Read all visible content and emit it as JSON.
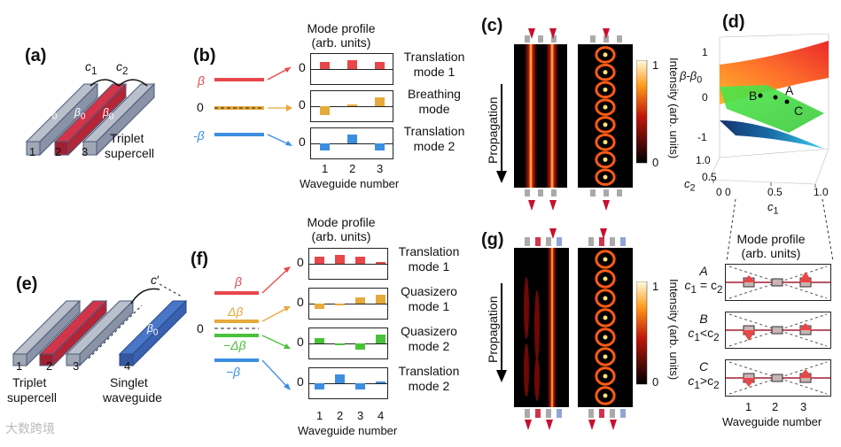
{
  "panels": {
    "a": {
      "label": "(a)",
      "c1": "c",
      "c1_sub": "1",
      "c2": "c",
      "c2_sub": "2",
      "beta0": "β",
      "beta0_sub": "0",
      "n1": "1",
      "n2": "2",
      "n3": "3",
      "caption1": "Triplet",
      "caption2": "supercell"
    },
    "b": {
      "label": "(b)",
      "title1": "Mode profile",
      "title2": "(arb. units)",
      "beta": "β",
      "zero": "0",
      "minus_beta": "-β",
      "modes": [
        {
          "name1": "Translation",
          "name2": "mode 1",
          "color": "#e8474a",
          "values": [
            0.55,
            0.7,
            0.55
          ]
        },
        {
          "name1": "Breathing",
          "name2": "mode",
          "color": "#e6aa3c",
          "values": [
            -0.7,
            0,
            0.7
          ]
        },
        {
          "name1": "Translation",
          "name2": "mode 2",
          "color": "#3c8fe0",
          "values": [
            -0.55,
            0.7,
            -0.55
          ]
        }
      ],
      "axis_zero": "0",
      "ticks": [
        "1",
        "2",
        "3"
      ],
      "xlabel": "Waveguide number"
    },
    "c": {
      "label": "(c)",
      "propagation": "Propagation",
      "cbar_label": "Intensity (arb. units)",
      "cbar_max": "1",
      "cbar_min": "0"
    },
    "d": {
      "label": "(d)",
      "zlabel": "β-β",
      "zlabel_sub": "0",
      "zticks": [
        "1",
        "0",
        "-1"
      ],
      "ylabel": "c",
      "ylabel_sub": "2",
      "yticks": [
        "1.0",
        "0.5",
        "0"
      ],
      "xlabel": "c",
      "xlabel_sub": "1",
      "xticks": [
        "0",
        "0.5",
        "1.0"
      ],
      "pA": "A",
      "pB": "B",
      "pC": "C"
    },
    "e": {
      "label": "(e)",
      "c": "c",
      "beta0": "β",
      "beta0_sub": "0",
      "n1": "1",
      "n2": "2",
      "n3": "3",
      "n4": "4",
      "cap1a": "Triplet",
      "cap1b": "supercell",
      "cap2a": "Singlet",
      "cap2b": "waveguide"
    },
    "f": {
      "label": "(f)",
      "title1": "Mode profile",
      "title2": "(arb. units)",
      "beta": "β",
      "dbeta": "Δβ",
      "zero": "0",
      "mdbeta": "−Δβ",
      "mbeta": "−β",
      "modes": [
        {
          "name1": "Translation",
          "name2": "mode 1",
          "color": "#e8474a",
          "values": [
            0.6,
            0.75,
            0.55,
            0.1
          ]
        },
        {
          "name1": "Quasizero",
          "name2": "mode 1",
          "color": "#e6aa3c",
          "values": [
            -0.45,
            -0.08,
            0.5,
            0.7
          ]
        },
        {
          "name1": "Quasizero",
          "name2": "mode 2",
          "color": "#49c23a",
          "values": [
            0.45,
            -0.08,
            -0.5,
            0.7
          ]
        },
        {
          "name1": "Translation",
          "name2": "mode 2",
          "color": "#3c8fe0",
          "values": [
            -0.5,
            0.75,
            -0.5,
            0.08
          ]
        }
      ],
      "axis_zero": "0",
      "ticks": [
        "1",
        "2",
        "3",
        "4"
      ],
      "xlabel": "Waveguide number"
    },
    "g": {
      "label": "(g)",
      "propagation": "Propagation",
      "cbar_label": "Intensity (arb. units)",
      "cbar_max": "1",
      "cbar_min": "0"
    },
    "h": {
      "title1": "Mode profile",
      "title2": "(arb. units)",
      "rows": [
        {
          "p": "A",
          "cond": "c",
          "cond_a": "1",
          "cond_op": " = c",
          "cond_b": "2"
        },
        {
          "p": "B",
          "cond": "c",
          "cond_a": "1",
          "cond_op": "<c",
          "cond_b": "2"
        },
        {
          "p": "C",
          "cond": "c",
          "cond_a": "1",
          "cond_op": ">c",
          "cond_b": "2"
        }
      ],
      "ticks": [
        "1",
        "2",
        "3"
      ],
      "xlabel": "Waveguide number"
    },
    "watermark": "大数跨境"
  }
}
